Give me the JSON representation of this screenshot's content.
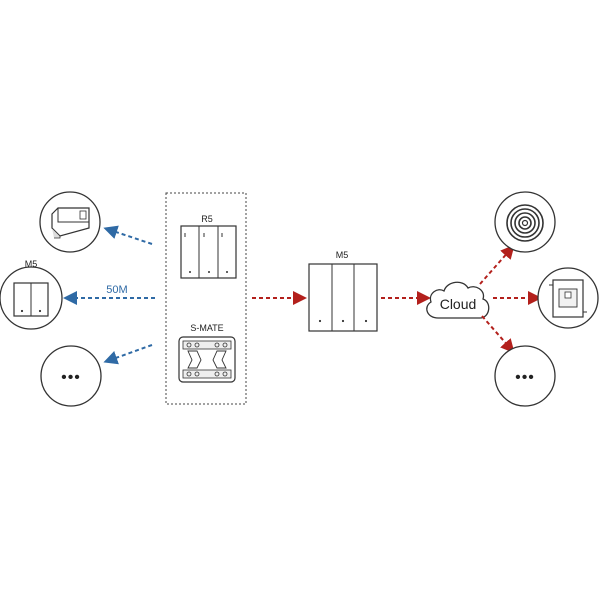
{
  "labels": {
    "left_switch": "M5",
    "distance": "50M",
    "r5": "R5",
    "smate": "S-MATE",
    "center_switch": "M5",
    "cloud": "Cloud",
    "more_left": "•••",
    "more_right": "•••"
  },
  "colors": {
    "blue_link": "#2f6aa5",
    "red_link": "#b3201c",
    "outline": "#333333"
  },
  "icons": {
    "top_left": "plug-in-module-icon",
    "left_middle": "two-gang-switch-icon",
    "r5_device": "three-gang-remote-icon",
    "smate_device": "s-mate-relay-icon",
    "center_device": "three-gang-switch-icon",
    "right_top": "coiled-light-strip-icon",
    "right_middle": "din-rail-module-icon"
  }
}
